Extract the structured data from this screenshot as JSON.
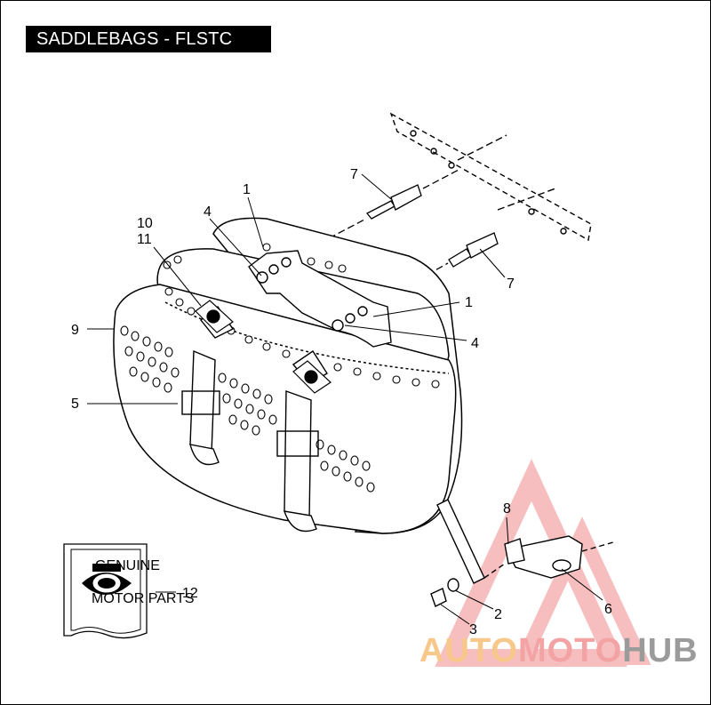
{
  "title": "SADDLEBAGS - FLSTC",
  "callouts": {
    "c1_top": "1",
    "c1_right": "1",
    "c2": "2",
    "c3": "3",
    "c4_left": "4",
    "c4_right": "4",
    "c5": "5",
    "c6": "6",
    "c7_top": "7",
    "c7_bottom": "7",
    "c8": "8",
    "c9": "9",
    "c10": "10",
    "c11": "11",
    "c12": "12"
  },
  "kit_label": {
    "genuine": "GENUINE",
    "motor_parts": "MOTOR PARTS"
  },
  "watermark": {
    "part1": "AUTO",
    "part2": "MOTO",
    "part3": "HUB",
    "colors": {
      "auto": "#f7c88a",
      "moto": "#f3a3a3",
      "hub": "#9b9b9b",
      "triangle": "#f08a8a"
    }
  }
}
